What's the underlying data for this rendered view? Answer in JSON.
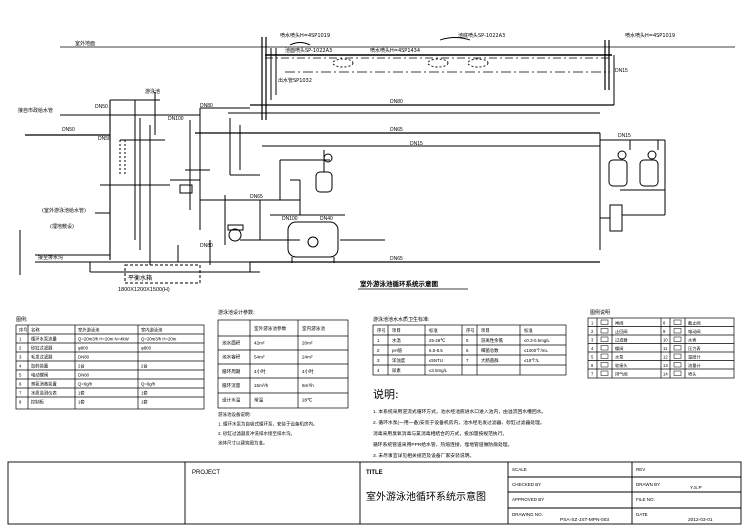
{
  "diagram": {
    "title": "室外游泳池循环系统示意图",
    "top_labels": {
      "roof_line": "室外地面",
      "nozzle_a": "喷水喷头H=4SP1019",
      "nozzle_b": "池面喷头SP-1022A3",
      "nozzle_c": "喷水喷头H=4SP1434",
      "nozzle_d": "喷水喷头H=4SP1019",
      "nozzle_e": "池底喷头SP-1022A3",
      "pipe_top": "出水管SP1032",
      "supply_source": "接自市政给水管",
      "pool_body": "游泳池"
    },
    "pipe_labels": {
      "dn50_a": "DN50",
      "dn50_b": "DN50",
      "dn50_c": "DN50",
      "dn80_a": "DN80",
      "dn80_b": "DN80",
      "dn80_c": "DN80",
      "dn65_a": "DN65",
      "dn65_b": "DN65",
      "dn65_c": "DN65",
      "dn15_a": "DN15",
      "dn15_b": "DN15",
      "dn15_c": "DN15",
      "dn100": "DN100",
      "dn100_b": "DN100",
      "dn40": "DN40"
    },
    "annotations": {
      "left_note_1": "(室外游泳池给水管)",
      "left_note_2": "(埋地敷设)",
      "drain_label": "接至排水沟",
      "tank_label": "平衡水箱",
      "tank_size": "1800X1200X1500(H)"
    }
  },
  "table1": {
    "title": "图例:",
    "headers": [
      "序号",
      "名称",
      "室外游泳池",
      "室内游泳池"
    ],
    "rows": [
      [
        "1",
        "循环水泵流量",
        "Q=20m3/h H=20m N=4kW",
        "Q=20m3/h H=20m"
      ],
      [
        "2",
        "砂缸过滤器",
        "φ800",
        "φ800"
      ],
      [
        "3",
        "毛发过滤器",
        "DN80",
        ""
      ],
      [
        "4",
        "加药装置",
        "2台",
        "2台"
      ],
      [
        "5",
        "电动蝶阀",
        "DN80",
        ""
      ],
      [
        "6",
        "臭氧消毒装置",
        "Q=6g/h",
        "Q=6g/h"
      ],
      [
        "7",
        "水质监测仪表",
        "1套",
        "1套"
      ],
      [
        "8",
        "控制柜",
        "1套",
        "1套"
      ]
    ]
  },
  "table2": {
    "title": "游泳池设计参数:",
    "headers": [
      "",
      "室外游泳池参数",
      "室内游泳池"
    ],
    "rows": [
      [
        "池水面积",
        "42m²",
        "20m²"
      ],
      [
        "池水容积",
        "54m³",
        "24m³"
      ],
      [
        "循环周期",
        "4小时",
        "4小时"
      ],
      [
        "循环流量",
        "15m³/h",
        "6m³/h"
      ],
      [
        "设计水温",
        "常温",
        "28℃"
      ]
    ],
    "notes": [
      "游泳池设备说明:",
      "1. 循环水泵为自吸式循环泵，安装于设备机房内。",
      "2. 砂缸过滤器反冲洗排水接至排水沟。",
      "   池体尺寸以建筑图为准。"
    ]
  },
  "table3": {
    "title": "游泳池池水水质卫生标准:",
    "headers": [
      "序号",
      "项目",
      "标准",
      "序号",
      "项目",
      "标准"
    ],
    "rows": [
      [
        "1",
        "水温",
        "25-28℃",
        "5",
        "游离性余氯",
        "≤0.3-0.5mg/L"
      ],
      [
        "2",
        "pH值",
        "6.5-8.5",
        "6",
        "细菌总数",
        "≤1000个/mL"
      ],
      [
        "3",
        "浑浊度",
        "≤5NTU",
        "7",
        "大肠菌群",
        "≤18个/L"
      ],
      [
        "4",
        "尿素",
        "≤3.5mg/L",
        "",
        "",
        ""
      ]
    ]
  },
  "legend": {
    "title": "图例说明",
    "rows": [
      [
        "1",
        "闸阀",
        "8",
        "截止阀"
      ],
      [
        "2",
        "止回阀",
        "9",
        "电动阀"
      ],
      [
        "3",
        "过滤器",
        "10",
        "水表"
      ],
      [
        "4",
        "蝶阀",
        "11",
        "压力表"
      ],
      [
        "5",
        "水泵",
        "12",
        "温度计"
      ],
      [
        "6",
        "软接头",
        "13",
        "流量计"
      ],
      [
        "7",
        "排气阀",
        "14",
        "喷头"
      ]
    ]
  },
  "notes_section": {
    "title": "说明:",
    "lines": [
      "1. 本系统采用逆流式循环方式，池水经池底进水口进入池内，由溢流回水槽回水。",
      "2. 循环水泵(一用一备)安装于设备机房内，池水经毛发过滤器、砂缸过滤器处理。",
      "   消毒采用臭氧消毒与氯消毒相结合的方式，投加量按规范执行。",
      "   循环系统管道采用PPR给水管，热熔连接，埋地管道做防腐处理。",
      "3. 未尽事宜详见相关规范及设备厂家安装说明。"
    ]
  },
  "title_block": {
    "project_label": "PROJECT",
    "title_label": "TITLE",
    "title_text": "室外游泳池循环系统示意图",
    "scale_label": "SCALE",
    "rev_label": "REV",
    "checked_label": "CHECKED BY",
    "drawn_label": "DRAWN BY",
    "drawn_value": "Y.S.P",
    "approved_label": "APPROVED BY",
    "file_label": "FILE NO.",
    "drawing_label": "DRAWING NO.",
    "drawing_value": "PSA-SZ-JST-MPN-003",
    "date_label": "DATE",
    "date_value": "2012-03-01"
  }
}
